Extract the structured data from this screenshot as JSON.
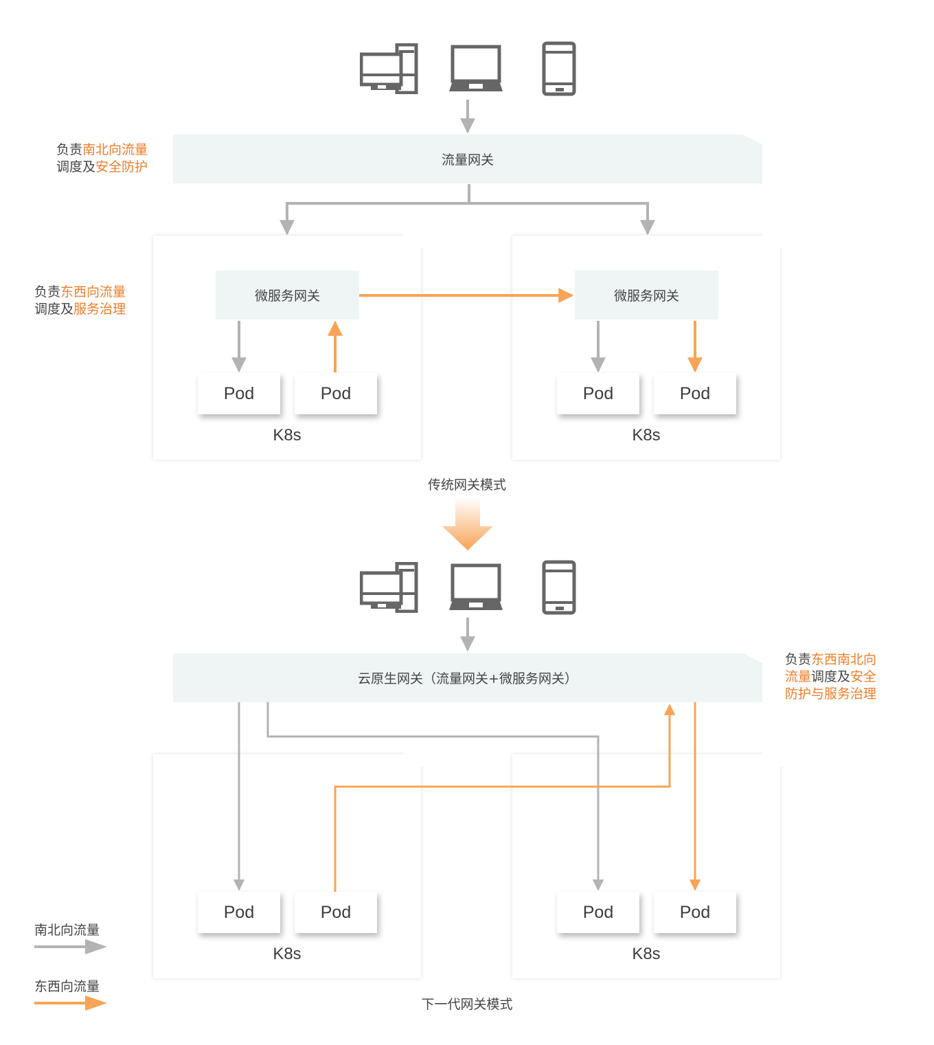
{
  "colors": {
    "north_south": "#b3b3b3",
    "east_west": "#f7a456",
    "highlight_text": "#f07d2a",
    "gateway_fill": "#eff4f4",
    "icon": "#666666"
  },
  "devices": [
    "desktop-icon",
    "laptop-icon",
    "mobile-phone-icon"
  ],
  "traditional": {
    "traffic_gateway_label": "流量网关",
    "note_ns": {
      "line1": [
        {
          "text": "负责",
          "hl": false
        },
        {
          "text": "南北向流量",
          "hl": true
        }
      ],
      "line2": [
        {
          "text": "调度及",
          "hl": false
        },
        {
          "text": "安全防护",
          "hl": true
        }
      ]
    },
    "note_ew": {
      "line1": [
        {
          "text": "负责",
          "hl": false
        },
        {
          "text": "东西向流量",
          "hl": true
        }
      ],
      "line2": [
        {
          "text": "调度及",
          "hl": false
        },
        {
          "text": "服务治理",
          "hl": true
        }
      ]
    },
    "clusters": [
      {
        "micro_gateway_label": "微服务网关",
        "pods": [
          "Pod",
          "Pod"
        ],
        "label": "K8s"
      },
      {
        "micro_gateway_label": "微服务网关",
        "pods": [
          "Pod",
          "Pod"
        ],
        "label": "K8s"
      }
    ],
    "caption": "传统网关模式"
  },
  "next_gen": {
    "gateway_label": "云原生网关（流量网关+微服务网关）",
    "note": {
      "line1": [
        {
          "text": "负责",
          "hl": false
        },
        {
          "text": "东西南北向",
          "hl": true
        }
      ],
      "line2": [
        {
          "text": "流量",
          "hl": true
        },
        {
          "text": "调度及",
          "hl": false
        },
        {
          "text": "安全",
          "hl": true
        }
      ],
      "line3": [
        {
          "text": "防护与服务治理",
          "hl": true
        }
      ]
    },
    "clusters": [
      {
        "pods": [
          "Pod",
          "Pod"
        ],
        "label": "K8s"
      },
      {
        "pods": [
          "Pod",
          "Pod"
        ],
        "label": "K8s"
      }
    ],
    "caption": "下一代网关模式"
  },
  "legend": {
    "north_south_label": "南北向流量",
    "east_west_label": "东西向流量"
  }
}
